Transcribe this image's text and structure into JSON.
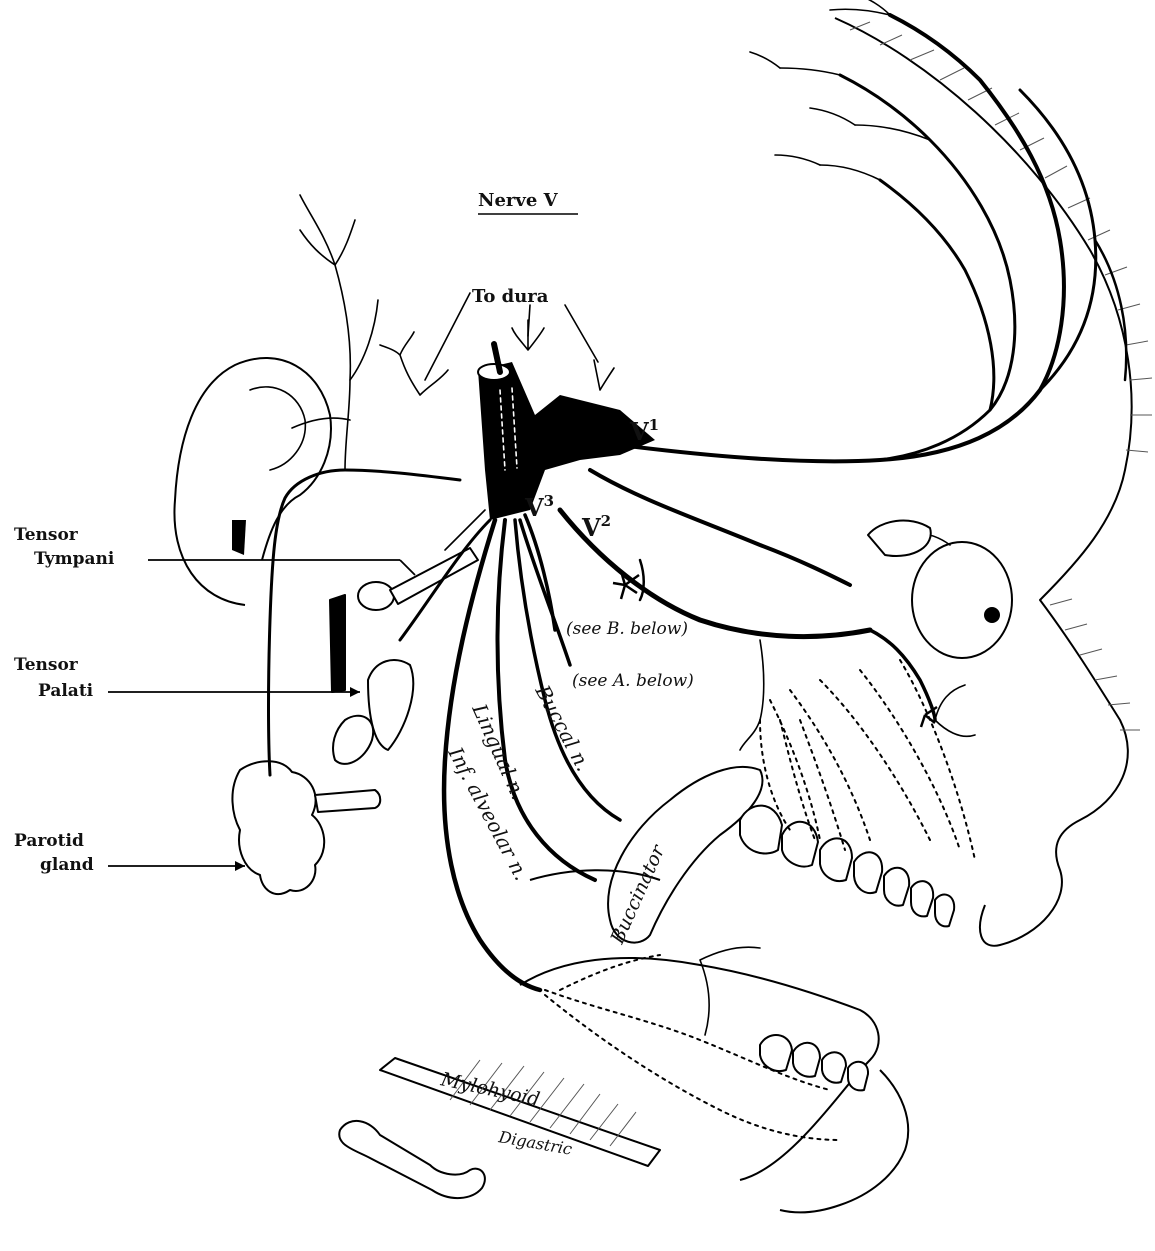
{
  "title": "Nerve V",
  "labels": {
    "to_dura": "To dura",
    "v1_base": "V",
    "v1_sup": "1",
    "v2_base": "V",
    "v2_sup": "2",
    "v3_base": "V",
    "v3_sup": "3",
    "tensor_tympani_line1": "Tensor",
    "tensor_tympani_line2": "Tympani",
    "tensor_palati_line1": "Tensor",
    "tensor_palati_line2": "Palati",
    "parotid_line1": "Parotid",
    "parotid_line2": "gland",
    "see_b": "(see B. below)",
    "see_a": "(see A. below)",
    "buccal_n": "Buccal n.",
    "lingual_n": "Lingual n.",
    "inf_alveolar_n": "Inf. alveolar n.",
    "buccinator": "Buccinator",
    "mylohyoid": "Mylohyoid",
    "digastric": "Digastric"
  }
}
